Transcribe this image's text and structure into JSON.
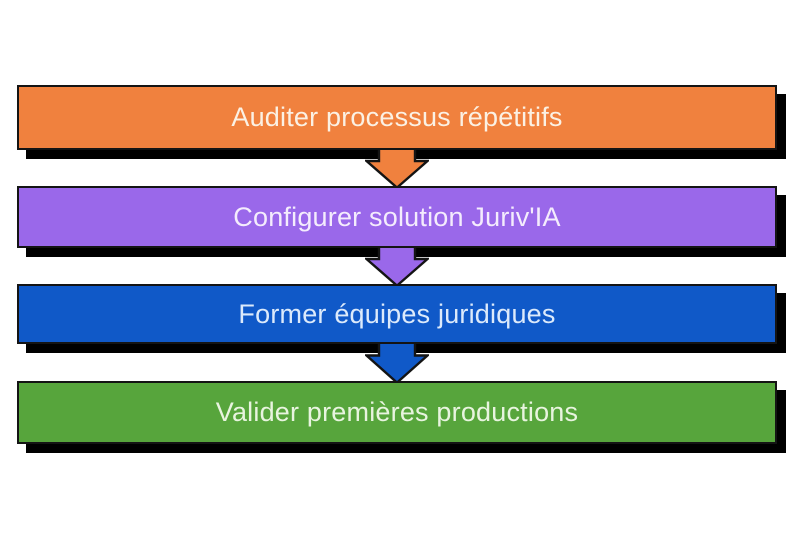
{
  "page": {
    "background": "#ffffff"
  },
  "diagram": {
    "type": "process-flow",
    "direction": "down",
    "border_color": "#141414",
    "shadow_color": "#000000",
    "steps": [
      {
        "label": "Auditer processus répétitifs",
        "fill": "#F0813E",
        "text_color": "#FBF1E4"
      },
      {
        "label": "Configurer solution Juriv'IA",
        "fill": "#9A68EA",
        "text_color": "#F4ECFD"
      },
      {
        "label": "Former équipes juridiques",
        "fill": "#1059C8",
        "text_color": "#DCEAFB"
      },
      {
        "label": "Valider premières productions",
        "fill": "#57A53C",
        "text_color": "#E8F4DF"
      }
    ],
    "connectors": [
      {
        "from": 0,
        "to": 1,
        "fill": "#F0813E"
      },
      {
        "from": 1,
        "to": 2,
        "fill": "#9A68EA"
      },
      {
        "from": 2,
        "to": 3,
        "fill": "#1059C8"
      }
    ]
  }
}
